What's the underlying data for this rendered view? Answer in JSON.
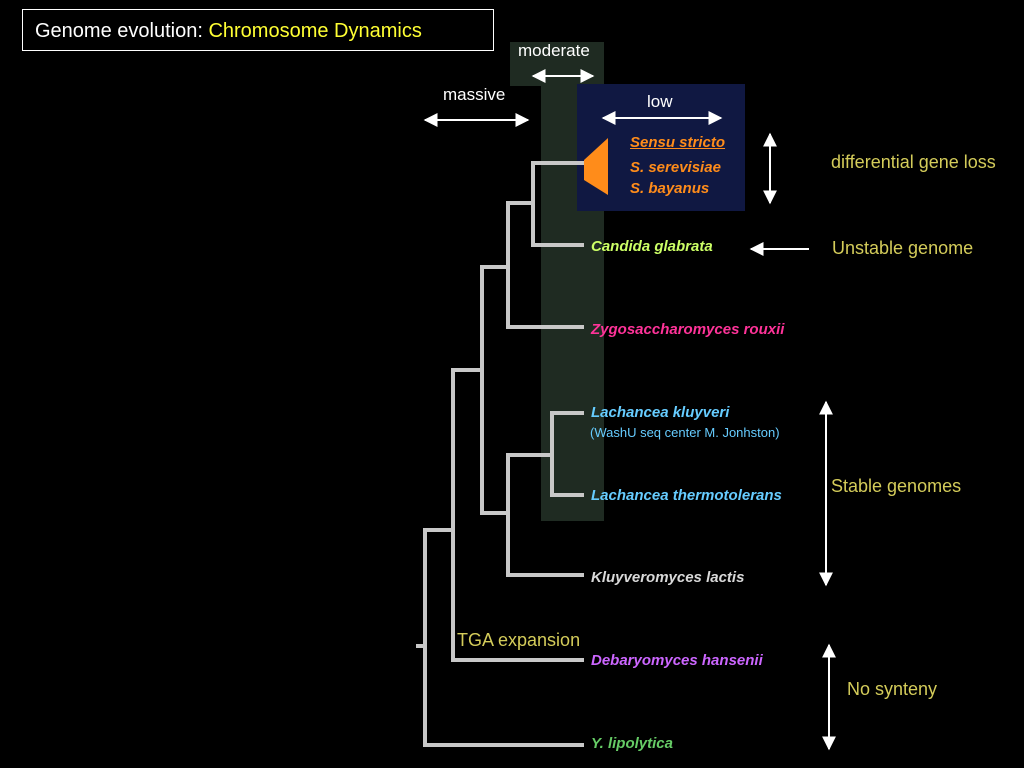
{
  "title": {
    "prefix": "Genome evolution: ",
    "highlight": "Chromosome Dynamics"
  },
  "rates": {
    "moderate": "moderate",
    "massive": "massive",
    "low": "low"
  },
  "species": {
    "sensu_stricto": "Sensu stricto",
    "s_serevisiae": "S. serevisiae",
    "s_bayanus": "S. bayanus",
    "candida": "Candida glabrata",
    "zygo": "Zygosaccharomyces rouxii",
    "lkluyveri": "Lachancea kluyveri",
    "lkluyveri_note": "(WashU seq center M. Jonhston)",
    "lthermo": "Lachancea thermotolerans",
    "klactis": "Kluyveromyces lactis",
    "debaryo": "Debaryomyces hansenii",
    "ylipo": "Y. lipolytica"
  },
  "annotations": {
    "diff_loss": "differential gene loss",
    "unstable": "Unstable genome",
    "stable": "Stable genomes",
    "no_synteny": "No synteny",
    "tga": "TGA expansion"
  },
  "colors": {
    "background": "#000000",
    "title_accent": "#ffff33",
    "band_green": "#1f2b22",
    "low_box": "#101842",
    "tree": "#c8c8c8",
    "sensu": "#ff8c1a",
    "candida": "#ccff66",
    "zygo": "#ff3399",
    "lachancea": "#66ccff",
    "klactis": "#d9d9d9",
    "debaryo": "#cc66ff",
    "ylipo": "#66cc66",
    "note": "#d4cc5a"
  }
}
